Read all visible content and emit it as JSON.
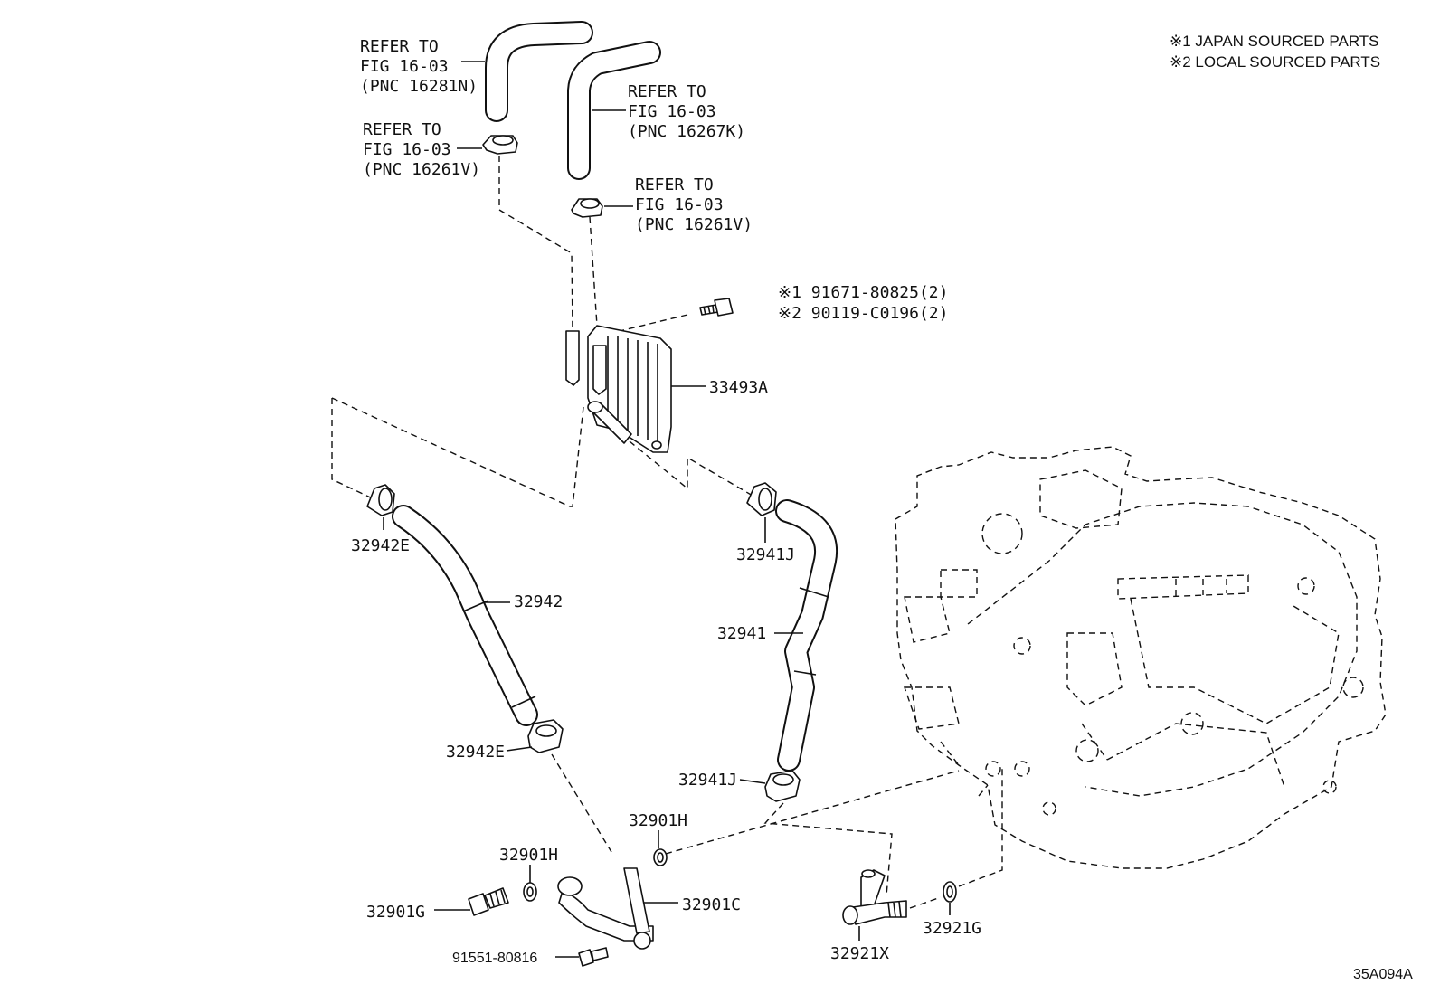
{
  "notes": [
    "※1 JAPAN SOURCED PARTS",
    "※2 LOCAL SOURCED PARTS"
  ],
  "refs": {
    "r1": [
      "REFER TO",
      "FIG 16-03",
      "(PNC 16281N)"
    ],
    "r2": [
      "REFER TO",
      "FIG 16-03",
      "(PNC 16261V)"
    ],
    "r3": [
      "REFER TO",
      "FIG 16-03",
      "(PNC 16267K)"
    ],
    "r4": [
      "REFER TO",
      "FIG 16-03",
      "(PNC 16261V)"
    ]
  },
  "bolt_labels": [
    "※1 91671-80825(2)",
    "※2 90119-C0196(2)"
  ],
  "parts": {
    "p33493A": "33493A",
    "p32942E_top": "32942E",
    "p32942": "32942",
    "p32942E_bottom": "32942E",
    "p32941J_top": "32941J",
    "p32941": "32941",
    "p32941J_bottom": "32941J",
    "p32901H_right": "32901H",
    "p32901H_left": "32901H",
    "p32901G": "32901G",
    "p32901C": "32901C",
    "p91551": "91551-80816",
    "p32921X": "32921X",
    "p32921G": "32921G"
  },
  "diagram_code": "35A094A"
}
